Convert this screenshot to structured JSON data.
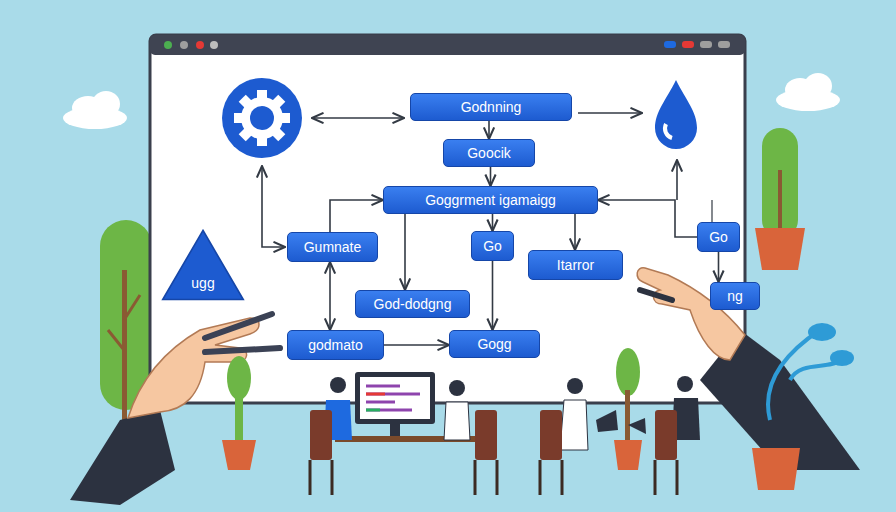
{
  "diagram": {
    "nodes": [
      {
        "text": [
          "Godnning"
        ]
      },
      {
        "text": [
          "Goocik"
        ]
      },
      {
        "text": [
          "Goggrment igamaigg"
        ]
      },
      {
        "text": [
          "Gumnate"
        ]
      },
      {
        "text": [
          "Go"
        ]
      },
      {
        "text": [
          "Itarror"
        ]
      },
      {
        "text": [
          "Go"
        ]
      },
      {
        "text": [
          "ugg"
        ]
      },
      {
        "text": [
          "God-dodgng"
        ]
      },
      {
        "text": [
          "ng"
        ]
      },
      {
        "text": [
          "godmato"
        ]
      },
      {
        "text": [
          "Gogg"
        ]
      }
    ],
    "edges": [
      {
        "from": 0,
        "to": 1,
        "arrow": "to"
      },
      {
        "from": 1,
        "to": 2,
        "arrow": "to"
      },
      {
        "from": 3,
        "to": 2,
        "arrow": "to"
      },
      {
        "from": 2,
        "to": 4,
        "arrow": "to"
      },
      {
        "from": 2,
        "to": 8,
        "arrow": "to"
      },
      {
        "from": 2,
        "to": 5,
        "arrow": "to"
      },
      {
        "from": 6,
        "to": 2,
        "arrow": "to"
      },
      {
        "from": 6,
        "to": 9,
        "arrow": "to"
      },
      {
        "from": 3,
        "to": 10,
        "arrow": "both"
      },
      {
        "from": 4,
        "to": 11,
        "arrow": "to"
      },
      {
        "from": 10,
        "to": 11,
        "arrow": "to"
      }
    ]
  }
}
